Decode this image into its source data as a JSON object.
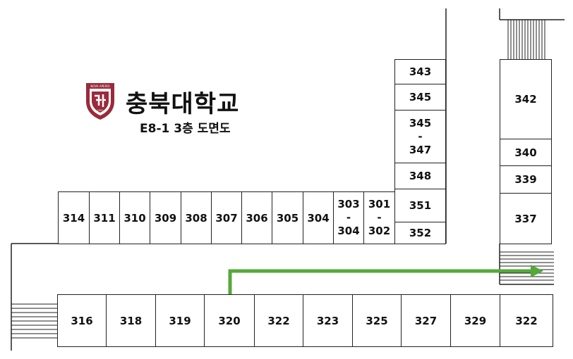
{
  "brand": {
    "emblem_text": "NOVA APERIO",
    "emblem_year": "1951",
    "name": "충북대학교",
    "subtitle": "E8-1 3층 도면도",
    "emblem_color": "#9b2a3a"
  },
  "rooms": {
    "upper_row": [
      "314",
      "311",
      "310",
      "309",
      "308",
      "307",
      "306",
      "305",
      "304"
    ],
    "r303": [
      "303",
      "-",
      "304"
    ],
    "r301": [
      "301",
      "-",
      "302"
    ],
    "right_column": [
      "343",
      "345"
    ],
    "r345_347": [
      "345",
      "-",
      "347"
    ],
    "r348": "348",
    "r351": "351",
    "r352": "352",
    "far_right": [
      "342",
      "340",
      "339",
      "337"
    ],
    "bottom_row": [
      "316",
      "318",
      "319",
      "320",
      "322",
      "323",
      "325",
      "327",
      "329",
      "322"
    ]
  },
  "route": {
    "from_room": "320",
    "direction": "east",
    "color": "#55a83a"
  },
  "colors": {
    "wall": "#222222",
    "room_bg": "#ffffff"
  }
}
